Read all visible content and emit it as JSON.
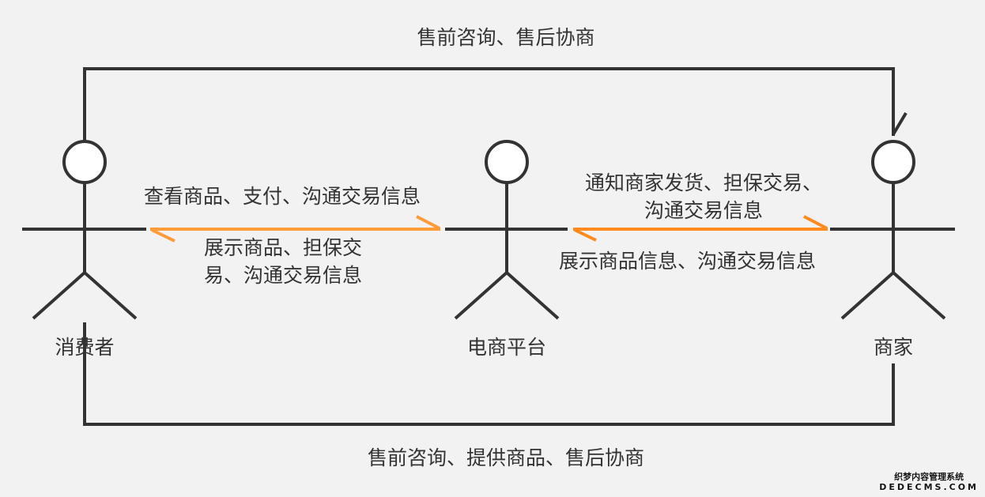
{
  "actors": [
    {
      "label": "消费者"
    },
    {
      "label": "电商平台"
    },
    {
      "label": "商家"
    }
  ],
  "top_relation": "售前咨询、售后协商",
  "bottom_relation": "售前咨询、提供商品、售后协商",
  "left_link": {
    "upper": "查看商品、支付、沟通交易信息",
    "lower_line1": "展示商品、担保交",
    "lower_line2": "易、沟通交易信息"
  },
  "right_link": {
    "upper_line1": "通知商家发货、担保交易、",
    "upper_line2": "沟通交易信息",
    "lower": "展示商品信息、沟通交易信息"
  },
  "colors": {
    "line": "#333333",
    "arrow_left": "#ff9c3a",
    "arrow_right": "#ff8a1e",
    "background": "#f2f2f2"
  },
  "watermark": {
    "line1": "织梦内容管理系统",
    "line2": "DEDECMS.COM"
  }
}
